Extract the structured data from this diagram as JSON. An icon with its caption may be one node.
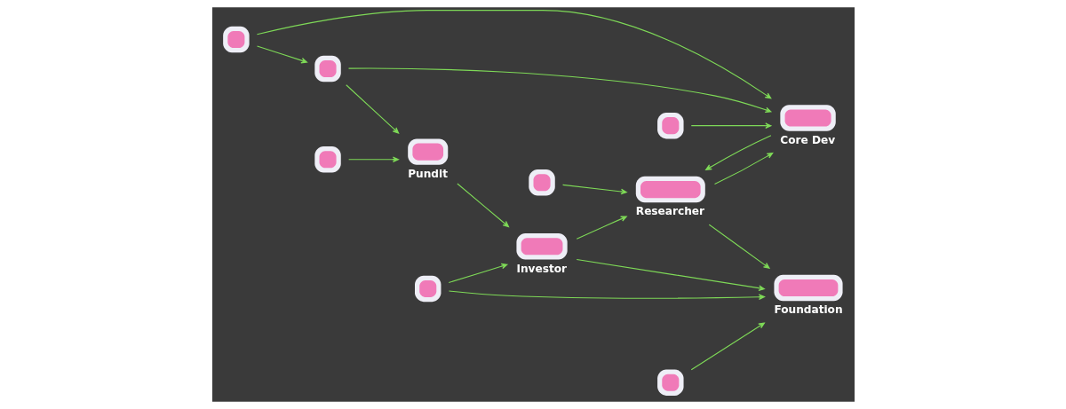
{
  "diagram": {
    "nodes": [
      {
        "text": [],
        "shape": "picture"
      },
      {
        "text": [],
        "shape": "picture"
      },
      {
        "text": [
          "Pundit"
        ]
      },
      {
        "text": [],
        "shape": "picture"
      },
      {
        "text": [
          "Investor"
        ]
      },
      {
        "text": [
          "Core Dev"
        ]
      },
      {
        "text": [],
        "shape": "picture"
      },
      {
        "text": [
          "Researcher"
        ]
      },
      {
        "text": [
          "Foundation"
        ]
      },
      {
        "text": [],
        "shape": "picture"
      },
      {
        "text": [],
        "shape": "picture"
      },
      {
        "text": [],
        "shape": "picture"
      }
    ],
    "edges": [
      {
        "from": 0,
        "to": 1,
        "arrow": "to"
      },
      {
        "from": 0,
        "to": 5,
        "arrow": "to"
      },
      {
        "from": 1,
        "to": 2,
        "arrow": "to"
      },
      {
        "from": 1,
        "to": 5,
        "arrow": "to"
      },
      {
        "from": 2,
        "to": 4,
        "arrow": "to"
      },
      {
        "from": 3,
        "to": 4,
        "arrow": "to"
      },
      {
        "from": 3,
        "to": 8,
        "arrow": "to"
      },
      {
        "from": 4,
        "to": 7,
        "arrow": "to"
      },
      {
        "from": 4,
        "to": 8,
        "arrow": "to"
      },
      {
        "from": 5,
        "to": 7,
        "arrow": "to"
      },
      {
        "from": 7,
        "to": 5,
        "arrow": "to"
      },
      {
        "from": 7,
        "to": 8,
        "arrow": "to"
      },
      {
        "from": 6,
        "to": 5,
        "arrow": "to"
      },
      {
        "from": 10,
        "to": 2,
        "arrow": "to"
      },
      {
        "from": 11,
        "to": 7,
        "arrow": "to"
      },
      {
        "from": 9,
        "to": 8,
        "arrow": "to"
      }
    ]
  }
}
